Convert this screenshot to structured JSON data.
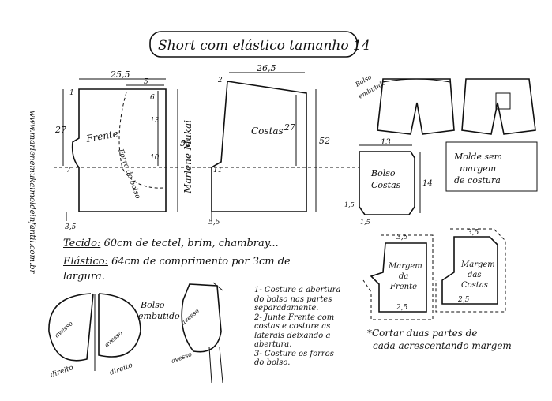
{
  "title": "Short com elástico tamanho 14",
  "website": "www.marlenemukaimoldeinfantil.com.br",
  "signature": "Marlene Mukai",
  "front": {
    "label": "Frente",
    "pocket_line_label": "Forro do bolso",
    "dims": {
      "width": "25,5",
      "top_pocket": "5",
      "r6": "6",
      "r13": "13",
      "r10": "10",
      "height": "52",
      "crotch": "27",
      "hip": "7",
      "hem": "3,5",
      "corner": "1"
    }
  },
  "back": {
    "label": "Costas",
    "dims": {
      "width": "26,5",
      "height": "52",
      "crotch": "27",
      "hip": "11",
      "hem": "5,5",
      "corner": "2"
    }
  },
  "pocket_back": {
    "label_line1": "Bolso",
    "label_line2": "Costas",
    "width": "13",
    "height": "14",
    "corner_v": "1,5",
    "corner_h": "1,5"
  },
  "seam_note": [
    "Molde sem",
    "margem",
    "de costura"
  ],
  "sketch_label": [
    "Bolso",
    "embutido"
  ],
  "fabric": {
    "tecido_label": "Tecido:",
    "tecido_value": "60cm de tectel, brim, chambray...",
    "elastico_label": "Elástico:",
    "elastico_value_line1": "64cm de comprimento por 3cm de",
    "elastico_value_line2": "largura."
  },
  "facings": {
    "front_line1": "Margem",
    "front_line2": "da",
    "front_line3": "Frente",
    "back_line1": "Margem",
    "back_line2": "das",
    "back_line3": "Costas",
    "front_top": "3,5",
    "front_bottom": "2,5",
    "back_top": "3,5",
    "back_bottom": "2,5",
    "note_line1": "*Cortar duas partes de",
    "note_line2": "cada acrescentando margem"
  },
  "pocket_steps": {
    "heading_line1": "Bolso",
    "heading_line2": "embutido",
    "avesso": "avesso",
    "direito": "direito",
    "steps": [
      "1- Costure a abertura",
      "do bolso nas partes",
      "separadamente.",
      "2- Junte Frente com",
      "costas e costure as",
      "laterais deixando a",
      "abertura.",
      "3- Costure os forros",
      "do bolso."
    ]
  }
}
